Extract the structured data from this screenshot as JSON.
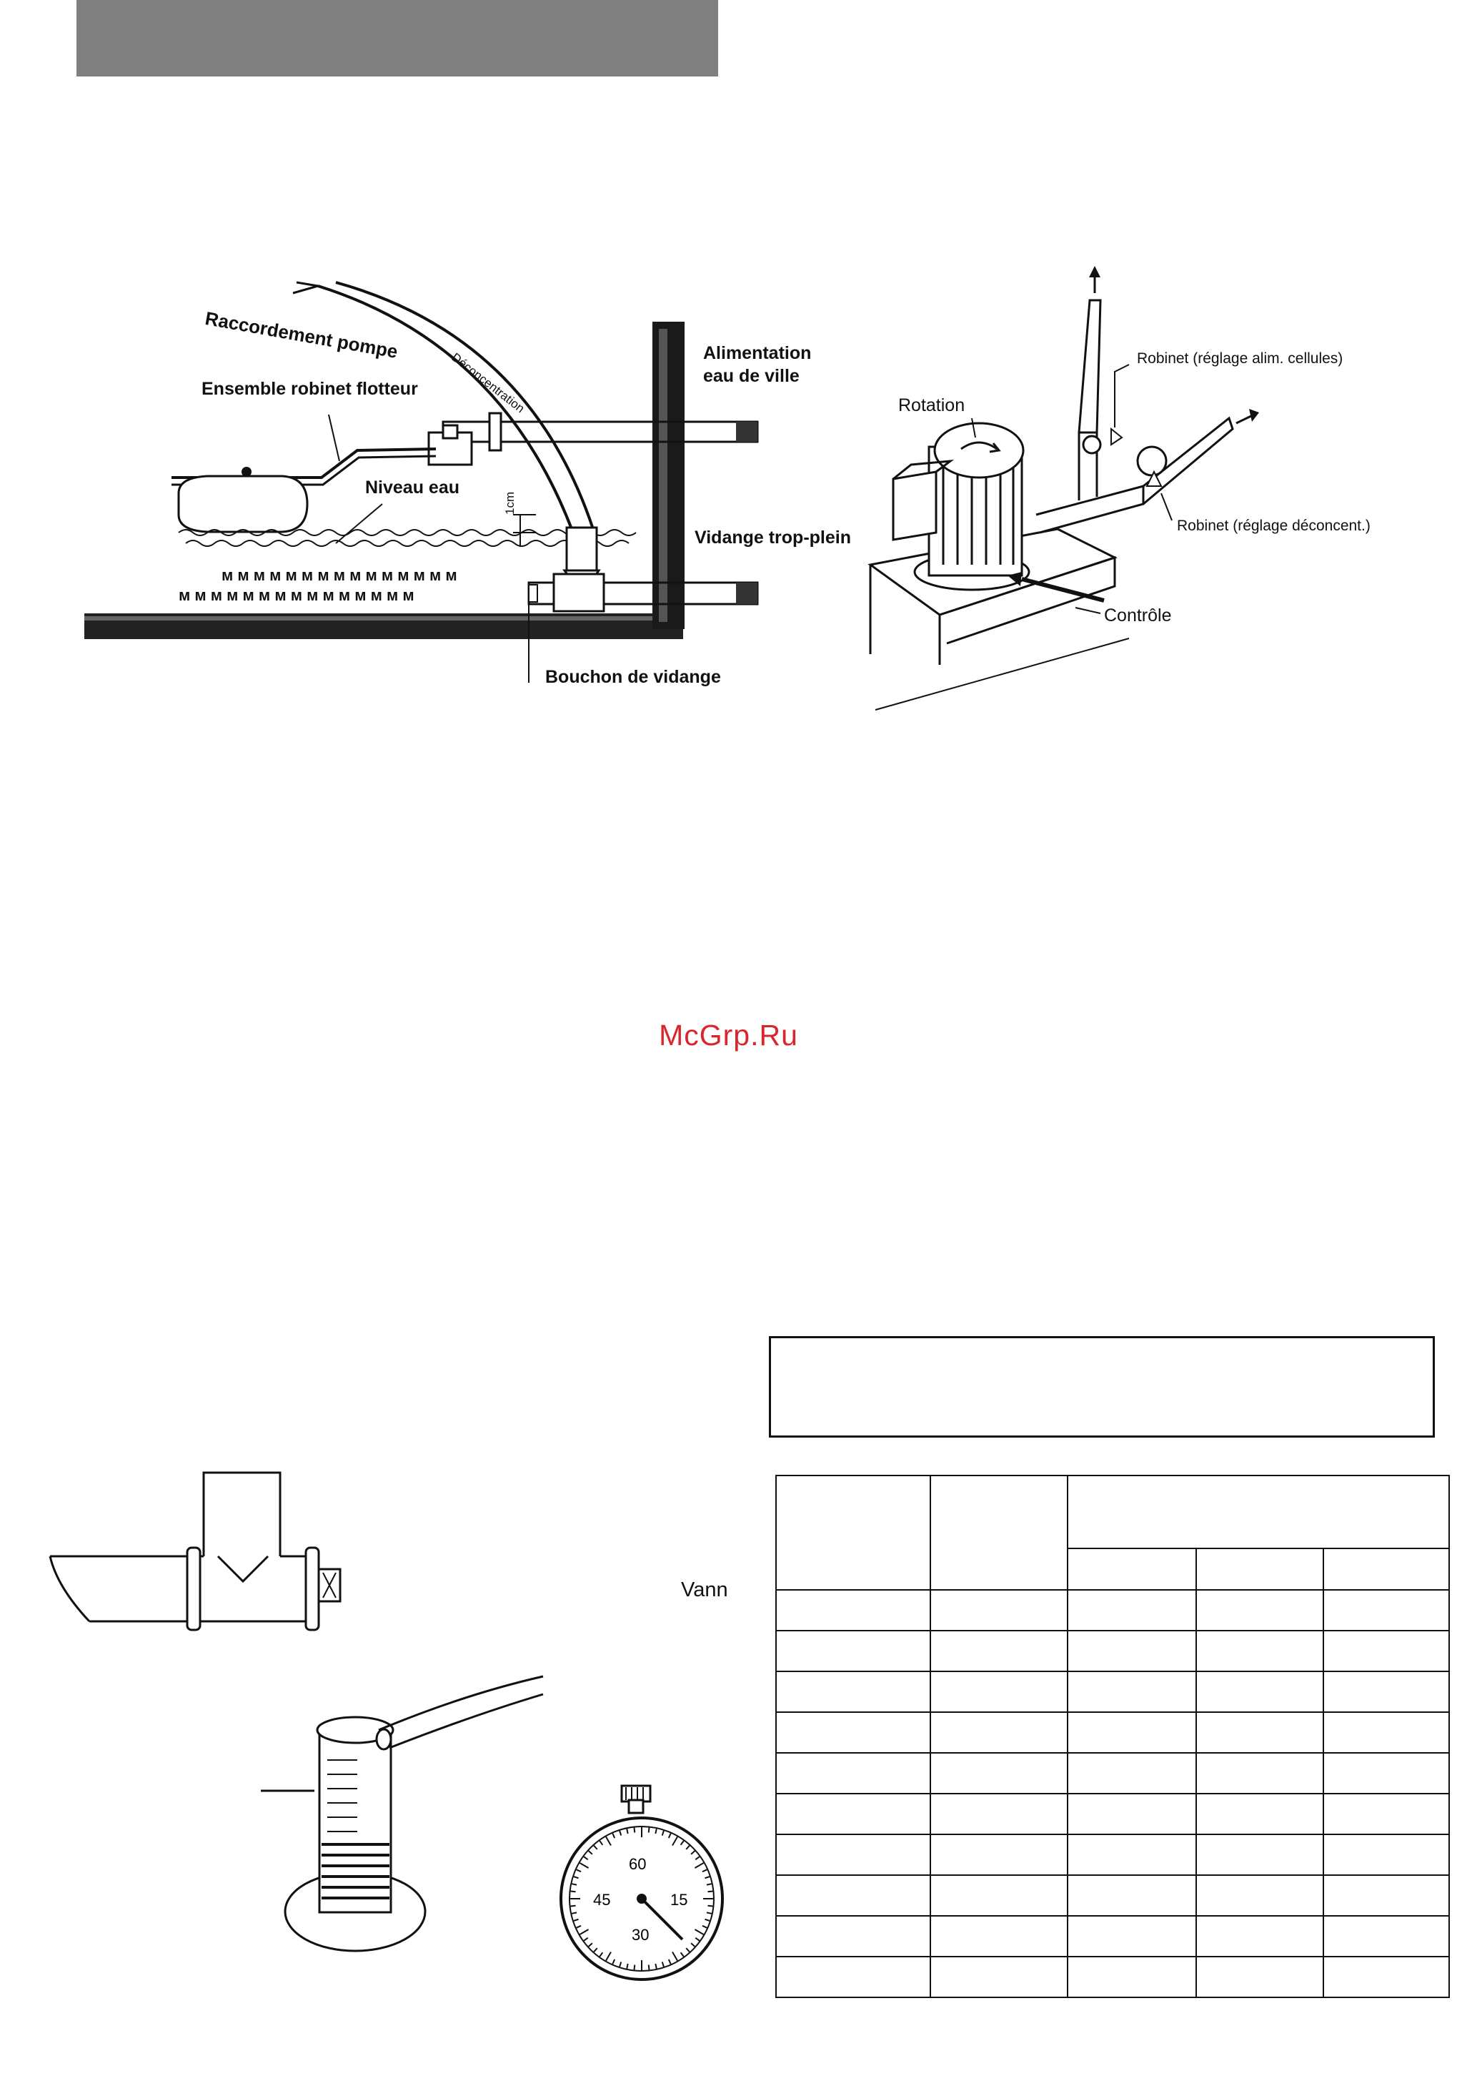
{
  "watermark": "McGrp.Ru",
  "diagram_tank": {
    "labels": {
      "raccordement": "Raccordement pompe",
      "deconcentration": "Déconcentration",
      "flotteur": "Ensemble robinet flotteur",
      "niveau": "Niveau eau",
      "un_cm": "1cm",
      "alimentation_1": "Alimentation",
      "alimentation_2": "eau de ville",
      "vidange": "Vidange trop-plein",
      "bouchon": "Bouchon de vidange"
    }
  },
  "diagram_pump": {
    "labels": {
      "rotation": "Rotation",
      "robinet_cellules": "Robinet (réglage alim. cellules)",
      "robinet_deconcent": "Robinet (réglage déconcent.)",
      "controle": "Contrôle"
    }
  },
  "side_label": "Vann",
  "stopwatch": {
    "marks": [
      "60",
      "15",
      "30",
      "45"
    ]
  },
  "table": {
    "data_rows": 10,
    "columns": 5
  }
}
